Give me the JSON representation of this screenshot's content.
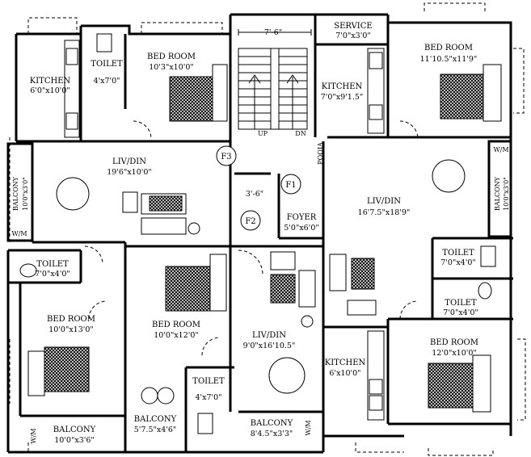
{
  "rooms": {
    "kitchen_tl": {
      "name": "KITCHEN",
      "dim": "6'0\"x10'0\""
    },
    "toilet_tl": {
      "name": "TOILET",
      "dim": "4'x7'0\""
    },
    "bedroom_tl": {
      "name": "BED ROOM",
      "dim": "10'3\"x10'0\""
    },
    "stair": {
      "dim": "7'-6\"",
      "up": "UP",
      "dn": "DN"
    },
    "service": {
      "name": "SERVICE",
      "dim": "7'0\"x3'0\""
    },
    "kitchen_tc": {
      "name": "KITCHEN",
      "dim": "7'0\"x9'1.5\""
    },
    "bedroom_tr": {
      "name": "BED ROOM",
      "dim": "11'10.5\"x11'9\""
    },
    "livdin_l": {
      "name": "LIV/DIN",
      "dim": "19'6\"x10'0\""
    },
    "balcony_l": {
      "name": "BALCONY",
      "dim": "10'0\"x3'0\""
    },
    "wm_l": {
      "label": "W/M"
    },
    "flat_tag_f3": {
      "label": "F3"
    },
    "flat_tag_f1": {
      "label": "F1"
    },
    "flat_tag_f2": {
      "label": "F2"
    },
    "lobby_dim": {
      "dim": "3'-6\""
    },
    "foyer": {
      "name": "FOYER",
      "dim": "5'0\"x6'0\""
    },
    "pooja": {
      "name": "POOJA"
    },
    "livdin_r": {
      "name": "LIV/DIN",
      "dim": "16'7.5\"x18'9\""
    },
    "balcony_r": {
      "name": "BALCONY",
      "dim": "10'0\"x3'0\""
    },
    "wm_r": {
      "label": "W/M"
    },
    "toilet_ml": {
      "name": "TOILET",
      "dim": "7'0\"x4'0\""
    },
    "toilet_r1": {
      "name": "TOILET",
      "dim": "7'0\"x4'0\""
    },
    "toilet_r2": {
      "name": "TOILET",
      "dim": "7'0\"x4'0\""
    },
    "bedroom_bl": {
      "name": "BED ROOM",
      "dim": "10'0\"x13'0\""
    },
    "bedroom_bc": {
      "name": "BED ROOM",
      "dim": "10'0\"x12'0\""
    },
    "livdin_b": {
      "name": "LIV/DIN",
      "dim": "9'0\"x16'10.5\""
    },
    "kitchen_br": {
      "name": "KITCHEN",
      "dim": "6'x10'0\""
    },
    "bedroom_br": {
      "name": "BED ROOM",
      "dim": "12'0\"x10'0\""
    },
    "toilet_b": {
      "name": "TOILET",
      "dim": "4'x7'0\""
    },
    "balcony_bl": {
      "name": "BALCONY",
      "dim": "10'0\"x3'6\""
    },
    "wm_bl": {
      "label": "W/M"
    },
    "balcony_bc": {
      "name": "BALCONY",
      "dim": "5'7.5\"x4'6\""
    },
    "balcony_bc2": {
      "name": "BALCONY",
      "dim": "8'4.5\"x3'3\""
    },
    "wm_bc": {
      "label": "W/M"
    }
  }
}
